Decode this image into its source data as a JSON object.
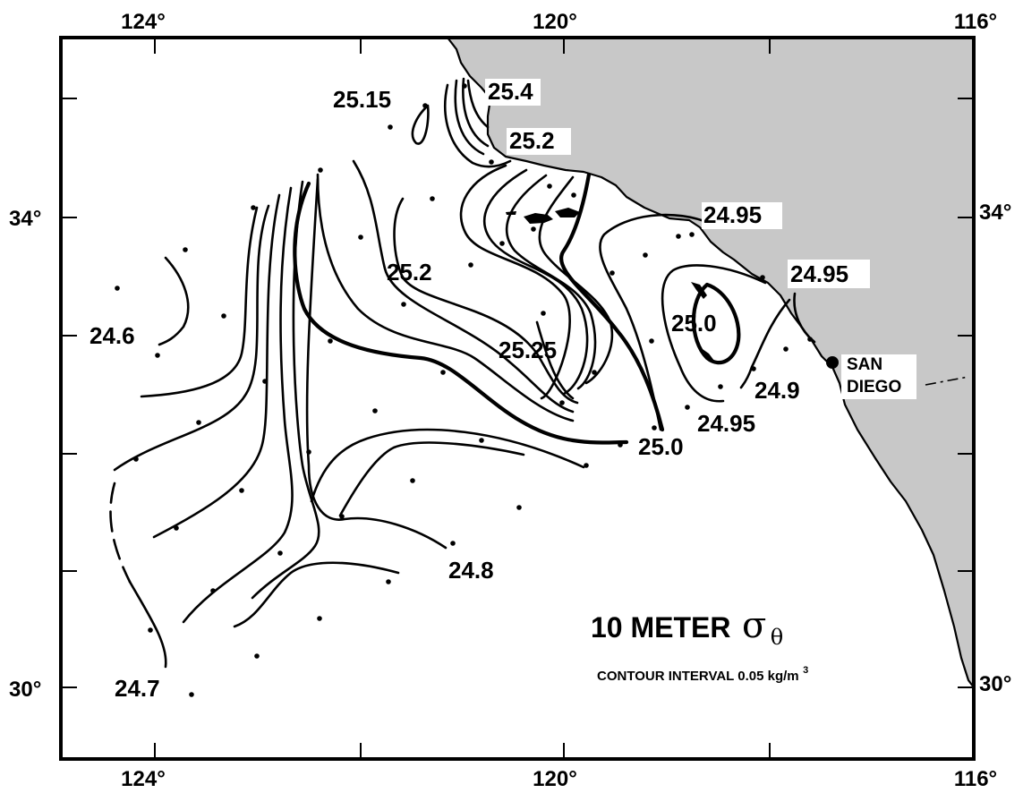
{
  "axes": {
    "top_ticks": [
      "124°",
      "120°",
      "116°"
    ],
    "bottom_ticks": [
      "124°",
      "120°",
      "116°"
    ],
    "left_ticks": [
      "34°",
      "30°"
    ],
    "right_ticks": [
      "34°",
      "30°"
    ]
  },
  "title": {
    "main": "10 METER",
    "symbol": "σ",
    "subscript": "θ",
    "subtitle_prefix": "CONTOUR INTERVAL 0.05 kg/m",
    "subtitle_sup": "3"
  },
  "city": {
    "line1": "SAN",
    "line2": "DIEGO"
  },
  "contour_labels": [
    "25.15",
    "25.4",
    "25.2",
    "24.95",
    "24.95",
    "25.2",
    "25.0",
    "24.6",
    "25.25",
    "24.9",
    "24.95",
    "25.0",
    "24.8",
    "24.7"
  ],
  "colors": {
    "land": "#c8c8c8",
    "ocean": "#ffffff",
    "ink": "#000000"
  }
}
